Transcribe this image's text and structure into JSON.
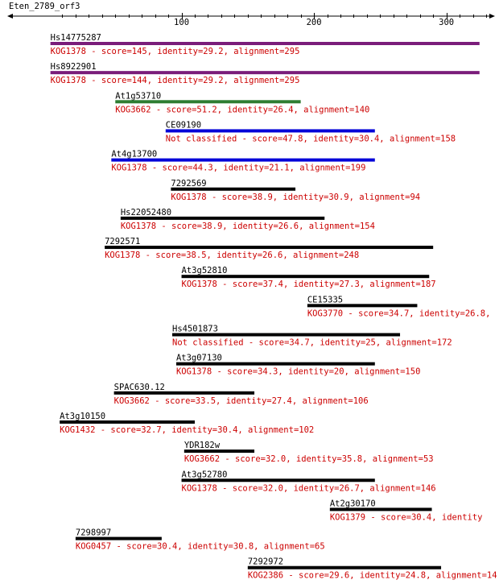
{
  "query": {
    "name": "Eten_2789_orf3",
    "length": 330
  },
  "ruler": {
    "ticks": [
      100,
      200,
      300
    ],
    "minor_step": 10
  },
  "colors": {
    "black": "#000000",
    "purple": "#7a1d7a",
    "green": "#2e7d32",
    "blue": "#0000d8",
    "text_red": "#cc0000"
  },
  "hits": [
    {
      "name": "Hs14775287",
      "start": 1,
      "end": 325,
      "color": "purple",
      "description": "KOG1378 - score=145, identity=29.2, alignment=295"
    },
    {
      "name": "Hs8922901",
      "start": 1,
      "end": 325,
      "color": "purple",
      "description": "KOG1378 - score=144, identity=29.2, alignment=295"
    },
    {
      "name": "At1g53710",
      "start": 50,
      "end": 190,
      "color": "green",
      "description": "KOG3662 - score=51.2, identity=26.4, alignment=140"
    },
    {
      "name": "CE09190",
      "start": 88,
      "end": 246,
      "color": "blue",
      "description": "Not classified - score=47.8, identity=30.4, alignment=158"
    },
    {
      "name": "At4g13700",
      "start": 47,
      "end": 246,
      "color": "blue",
      "description": "KOG1378 - score=44.3, identity=21.1, alignment=199"
    },
    {
      "name": "7292569",
      "start": 92,
      "end": 186,
      "color": "black",
      "description": "KOG1378 - score=38.9, identity=30.9, alignment=94"
    },
    {
      "name": "Hs22052480",
      "start": 54,
      "end": 208,
      "color": "black",
      "description": "KOG1378 - score=38.9, identity=26.6, alignment=154"
    },
    {
      "name": "7292571",
      "start": 42,
      "end": 290,
      "color": "black",
      "description": "KOG1378 - score=38.5, identity=26.6, alignment=248"
    },
    {
      "name": "At3g52810",
      "start": 100,
      "end": 287,
      "color": "black",
      "description": "KOG1378 - score=37.4, identity=27.3, alignment=187"
    },
    {
      "name": "CE15335",
      "start": 195,
      "end": 278,
      "color": "black",
      "description": "KOG3770 - score=34.7, identity=26.8,"
    },
    {
      "name": "Hs4501873",
      "start": 93,
      "end": 265,
      "color": "black",
      "description": "Not classified - score=34.7, identity=25, alignment=172"
    },
    {
      "name": "At3g07130",
      "start": 96,
      "end": 246,
      "color": "black",
      "description": "KOG1378 - score=34.3, identity=20, alignment=150"
    },
    {
      "name": "SPAC630.12",
      "start": 49,
      "end": 155,
      "color": "black",
      "description": "KOG3662 - score=33.5, identity=27.4, alignment=106"
    },
    {
      "name": "At3g10150",
      "start": 8,
      "end": 110,
      "color": "black",
      "description": "KOG1432 - score=32.7, identity=30.4, alignment=102"
    },
    {
      "name": "YDR182w",
      "start": 102,
      "end": 155,
      "color": "black",
      "description": "KOG3662 - score=32.0, identity=35.8, alignment=53"
    },
    {
      "name": "At3g52780",
      "start": 100,
      "end": 246,
      "color": "black",
      "description": "KOG1378 - score=32.0, identity=26.7, alignment=146"
    },
    {
      "name": "At2g30170",
      "start": 212,
      "end": 289,
      "color": "black",
      "description": "KOG1379 - score=30.4, identity"
    },
    {
      "name": "7298997",
      "start": 20,
      "end": 85,
      "color": "black",
      "description": "KOG0457 - score=30.4, identity=30.8, alignment=65"
    },
    {
      "name": "7292972",
      "start": 150,
      "end": 296,
      "color": "black",
      "description": "KOG2386 - score=29.6, identity=24.8, alignment=14"
    }
  ]
}
